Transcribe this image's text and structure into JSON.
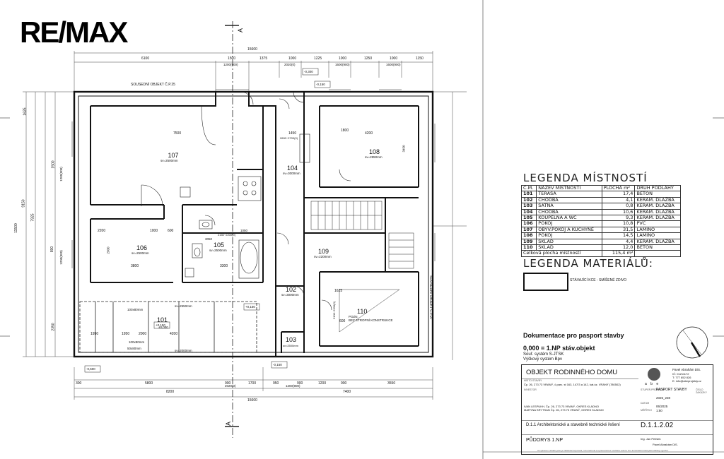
{
  "logo": "RE/MAX",
  "plan": {
    "neighbour_top": "SOUSEDNÍ OBJEKT Č.P.25",
    "neighbour_right": "SOUSEDNÍ OBJEKT Č.P.27",
    "section_marker": "A",
    "total_width": "15600",
    "top_dims": [
      "6100",
      "1500",
      "1375",
      "1000",
      "1225",
      "1000",
      "1250",
      "1000",
      "1150"
    ],
    "top_openings": [
      "1200(900)",
      "2020(0)",
      "1600(900)",
      "1600(900)"
    ],
    "bottom_dims": [
      "300",
      "5800",
      "900",
      "1700",
      "950",
      "900",
      "1200",
      "900",
      "3550"
    ],
    "bottom_sub": [
      "8200",
      "7400"
    ],
    "bottom_openings": [
      "2020(0)",
      "1200(900)"
    ],
    "left_dims": [
      "1625",
      "1500",
      "1200(900)",
      "9150",
      "7925",
      "11500",
      "800",
      "1200(900)",
      "2350"
    ],
    "levels": [
      "-0,300",
      "-0,150",
      "+0,150",
      "-0,500",
      "-0,150",
      "+0,150",
      "±0,000"
    ],
    "rooms": [
      {
        "num": "107",
        "sv": "sv=2500mm"
      },
      {
        "num": "108",
        "sv": "sv=2850mm"
      },
      {
        "num": "104",
        "sv": "sv=3000mm"
      },
      {
        "num": "106",
        "sv": "sv=2500mm"
      },
      {
        "num": "105",
        "sv": "sv=2500mm"
      },
      {
        "num": "109",
        "sv": "sv=2200mm"
      },
      {
        "num": "102",
        "sv": "sv=3000mm"
      },
      {
        "num": "101",
        "sv": "0,000"
      },
      {
        "num": "110",
        "sv": "POZN.\nBEZ STROPNÍ KONSTRUKCE"
      },
      {
        "num": "103",
        "sv": "sv=2500mm"
      }
    ],
    "inner_dims": [
      "7500",
      "4200",
      "1450",
      "2600~2700(0)",
      "3450",
      "2200",
      "1000",
      "600",
      "3800",
      "2900",
      "3300",
      "1625",
      "1950",
      "1950",
      "4200",
      "2000",
      "600",
      "1800",
      "2100~2200(0)",
      "2150~2200(0)",
      "sv=2550mm",
      "sv=2000mm",
      "100x80mm",
      "100x80mm",
      "50x80mm",
      "1050",
      "3050"
    ]
  },
  "legend_rooms": {
    "title": "LEGENDA MÍSTNOSTÍ",
    "headers": [
      "Č.M.",
      "NÁZEV MÍSTNOSTI",
      "PLOCHA m²",
      "DRUH PODLAHY"
    ],
    "rows": [
      [
        "101",
        "TERASA",
        "17,4",
        "BETON"
      ],
      [
        "102",
        "CHODBA",
        "4,1",
        "KERAM. DLAŽBA"
      ],
      [
        "103",
        "ŠATNA",
        "0,8",
        "KERAM. DLAŽBA"
      ],
      [
        "104",
        "CHODBA",
        "10,6",
        "KERAM. DLAŽBA"
      ],
      [
        "105",
        "KOUPELNA A WC",
        "9,3",
        "KERAM. DLAŽBA"
      ],
      [
        "106",
        "POKOJ",
        "10,8",
        "PVC"
      ],
      [
        "107",
        "OBYV.POKOJ A KUCHYNĚ",
        "31,5",
        "LAMINO"
      ],
      [
        "108",
        "POKOJ",
        "14,5",
        "LAMINO"
      ],
      [
        "109",
        "SKLAD",
        "4,4",
        "KERAM. DLAŽBA"
      ],
      [
        "110",
        "SKLAD",
        "12,0",
        "BETON"
      ]
    ],
    "total_label": "Celková plocha místností",
    "total_value": "115,4 m²"
  },
  "legend_materials": {
    "title": "LEGENDA MATERIÁLŮ:",
    "item": "STÁVAJÍCÍ KCE - SMÍŠENÉ ZDIVO"
  },
  "doc_info": {
    "title": "Dokumentace pro pasport stavby",
    "level": "0,000 = 1.NP stáv.objekt",
    "system1": "Souř. systém S-JTSK",
    "system2": "Výškový systém Bpv"
  },
  "title_block": {
    "project": "OBJEKT RODINNÉHO DOMU",
    "company_logo": "a b e",
    "author": "Pavel Abrahám DiS.",
    "ico": "IČ: 01211172",
    "phone": "T: 777 852 826",
    "email": "E: info@abeprojekty.cz",
    "place_label": "MÍSTO STAVBY",
    "place": "Čp. 26, 273 73 VRANÝ, č.parc. st 163, 147/3 a 142, kat.úz. VRANÝ (780502)",
    "investor_label": "INVESTOR",
    "investor1": "IVAN LESPUKH, Čp. 26, 273 73 VRANÝ, OKRES KLADNO",
    "investor2": "MARYNA SRYTSAN Čp. 26, 273 73 VRANÝ, OKRES KLADNO",
    "stage_label": "STUPEŇ PROJEKTU",
    "stage": "PASPORT STAVBY",
    "order_label": "ČÍSLO ZAKÁZKY",
    "order": "2025_238",
    "date_label": "DATUM",
    "date": "06/2025",
    "scale_label": "MĚŘÍTKO",
    "scale": "1:50",
    "part": "D.1.1 Architektonické a stavebně technické řešení",
    "drawing_no": "D.1.1.2.02",
    "drawing_title": "PŮDORYS 1.NP",
    "drawn_by": "Ing. Jan Pelíšek",
    "responsible": "Pavel Abrahám DiS.",
    "footer_note": "Ve výkresu i obsahu jeho je zakázáno kopírovat, rozmnožovat a upravovat bez souhlasu autora. Pro konstrukční části platí statický výpočet."
  }
}
